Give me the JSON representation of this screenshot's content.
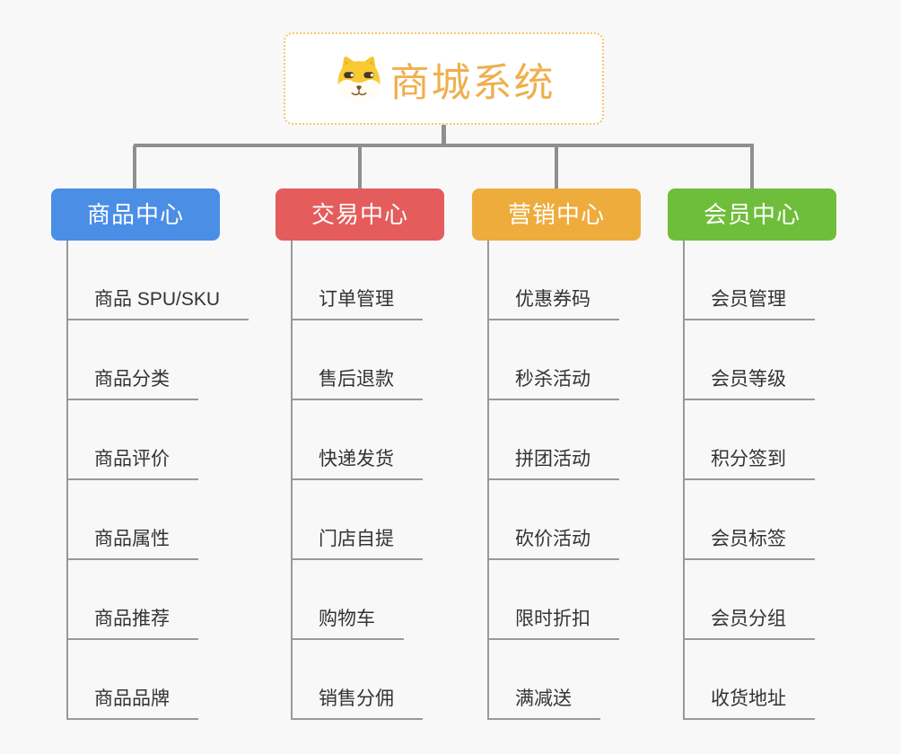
{
  "root": {
    "title": "商城系统",
    "icon": "dog-face-icon"
  },
  "branches": [
    {
      "id": "product-center",
      "label": "商品中心",
      "color": "#4a8ee6",
      "items": [
        "商品 SPU/SKU",
        "商品分类",
        "商品评价",
        "商品属性",
        "商品推荐",
        "商品品牌"
      ]
    },
    {
      "id": "trade-center",
      "label": "交易中心",
      "color": "#e45c5c",
      "items": [
        "订单管理",
        "售后退款",
        "快递发货",
        "门店自提",
        "购物车",
        "销售分佣"
      ]
    },
    {
      "id": "marketing-center",
      "label": "营销中心",
      "color": "#eeac3c",
      "items": [
        "优惠券码",
        "秒杀活动",
        "拼团活动",
        "砍价活动",
        "限时折扣",
        "满减送"
      ]
    },
    {
      "id": "member-center",
      "label": "会员中心",
      "color": "#6fbe3b",
      "items": [
        "会员管理",
        "会员等级",
        "积分签到",
        "会员标签",
        "会员分组",
        "收货地址"
      ]
    }
  ],
  "colors": {
    "background": "#f8f8f8",
    "root_title": "#efaf4d",
    "root_border": "#f6c670",
    "connector_line": "#8f8f8f",
    "item_line": "#999999",
    "item_text": "#333333",
    "header_text": "#ffffff"
  }
}
